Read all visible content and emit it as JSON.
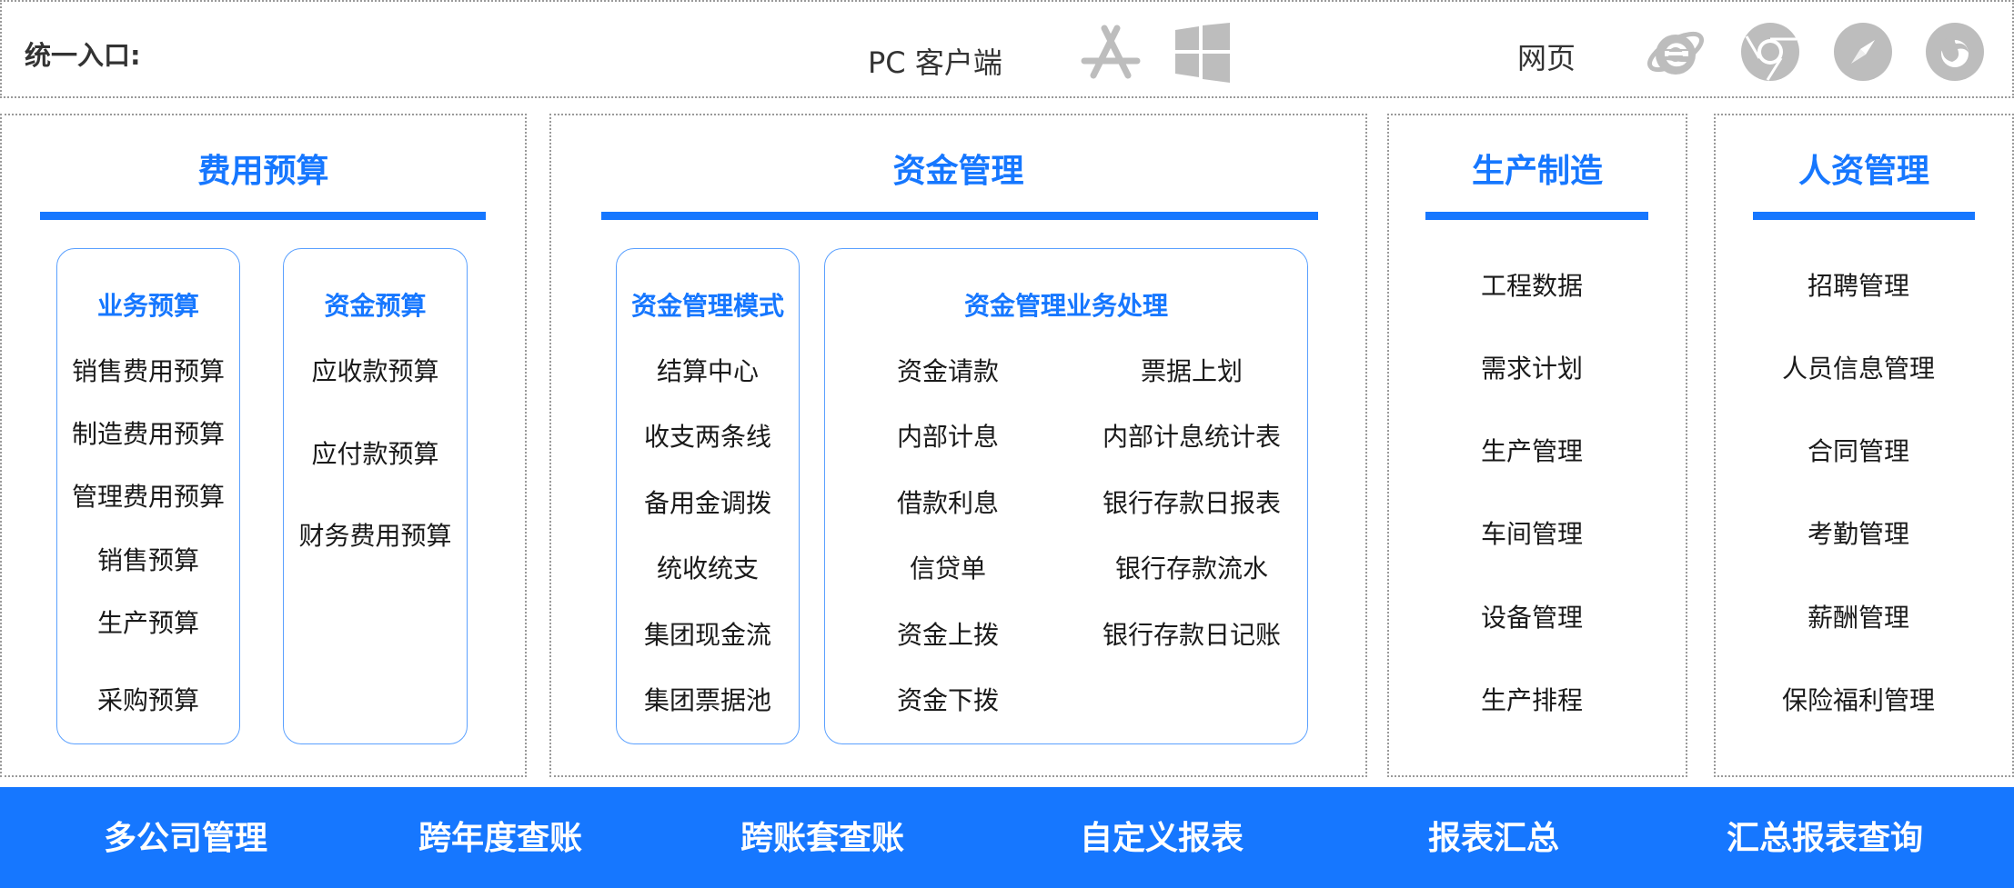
{
  "entry": {
    "label": "统一入口:",
    "pc_label": "PC 客户端",
    "web_label": "网页",
    "pc_icons": [
      "app-store-icon",
      "windows-icon"
    ],
    "web_icons": [
      "ie-browser-icon",
      "chrome-icon",
      "safari-icon",
      "firefox-icon"
    ]
  },
  "modules": {
    "budget": {
      "title": "费用预算",
      "business": {
        "title": "业务预算",
        "items": [
          "销售费用预算",
          "制造费用预算",
          "管理费用预算",
          "销售预算",
          "生产预算",
          "采购预算"
        ]
      },
      "fund": {
        "title": "资金预算",
        "items": [
          "应收款预算",
          "应付款预算",
          "财务费用预算"
        ]
      }
    },
    "treasury": {
      "title": "资金管理",
      "mode": {
        "title": "资金管理模式",
        "items": [
          "结算中心",
          "收支两条线",
          "备用金调拨",
          "统收统支",
          "集团现金流",
          "集团票据池"
        ]
      },
      "business": {
        "title": "资金管理业务处理",
        "left_items": [
          "资金请款",
          "内部计息",
          "借款利息",
          "信贷单",
          "资金上拨",
          "资金下拨"
        ],
        "right_items": [
          "票据上划",
          "内部计息统计表",
          "银行存款日报表",
          "银行存款流水",
          "银行存款日记账"
        ]
      }
    },
    "manufacturing": {
      "title": "生产制造",
      "items": [
        "工程数据",
        "需求计划",
        "生产管理",
        "车间管理",
        "设备管理",
        "生产排程"
      ]
    },
    "hr": {
      "title": "人资管理",
      "items": [
        "招聘管理",
        "人员信息管理",
        "合同管理",
        "考勤管理",
        "薪酬管理",
        "保险福利管理"
      ]
    }
  },
  "bottom": {
    "items": [
      "多公司管理",
      "跨年度查账",
      "跨账套查账",
      "自定义报表",
      "报表汇总",
      "汇总报表查询"
    ]
  },
  "colors": {
    "accent": "#1677ff",
    "card_border": "#5aa0ff",
    "icon_gray": "#bdbdbd",
    "dotted_border": "#9a9a9a"
  }
}
